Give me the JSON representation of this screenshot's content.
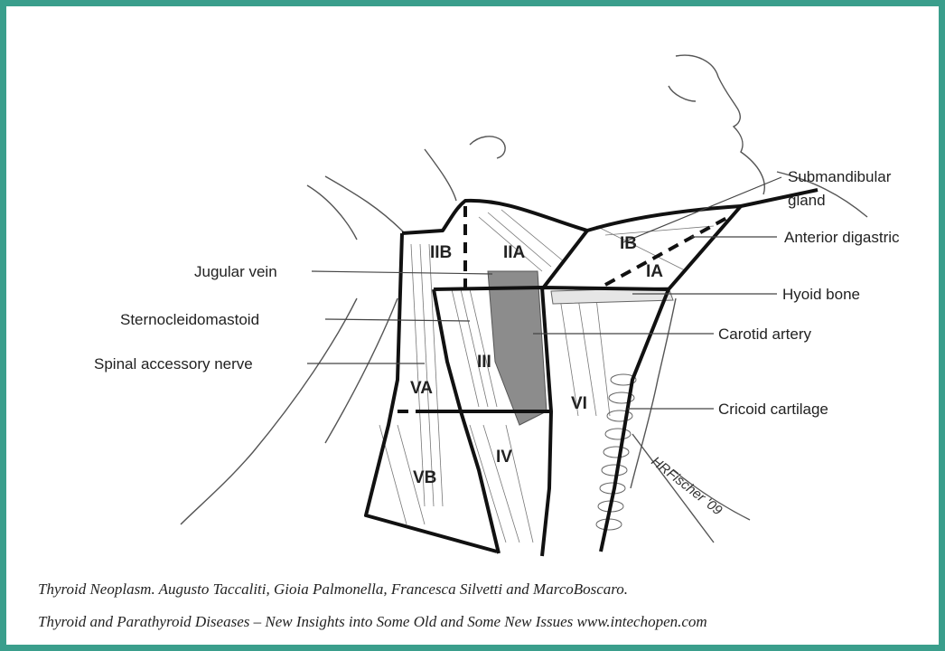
{
  "labels": {
    "jugular_vein": "Jugular vein",
    "sternocleidomastoid": "Sternocleidomastoid",
    "spinal_accessory_nerve": "Spinal accessory nerve",
    "submandibular_gland_line1": "Submandibular",
    "submandibular_gland_line2": "gland",
    "anterior_digastric": "Anterior digastric",
    "hyoid_bone": "Hyoid bone",
    "carotid_artery": "Carotid artery",
    "cricoid_cartilage": "Cricoid cartilage"
  },
  "zones": {
    "IIB": "IIB",
    "IIA": "IIA",
    "IB": "IB",
    "IA": "IA",
    "III": "III",
    "VA": "VA",
    "VI": "VI",
    "IV": "IV",
    "VB": "VB"
  },
  "signature": "HRFischer '09",
  "caption": {
    "line1": "Thyroid Neoplasm. Augusto Taccaliti, Gioia Palmonella, Francesca Silvetti and MarcoBoscaro.",
    "line2": "Thyroid and Parathyroid Diseases – New Insights into Some Old and Some New Issues www.intechopen.com"
  },
  "colors": {
    "frame": "#3a9e8c"
  }
}
